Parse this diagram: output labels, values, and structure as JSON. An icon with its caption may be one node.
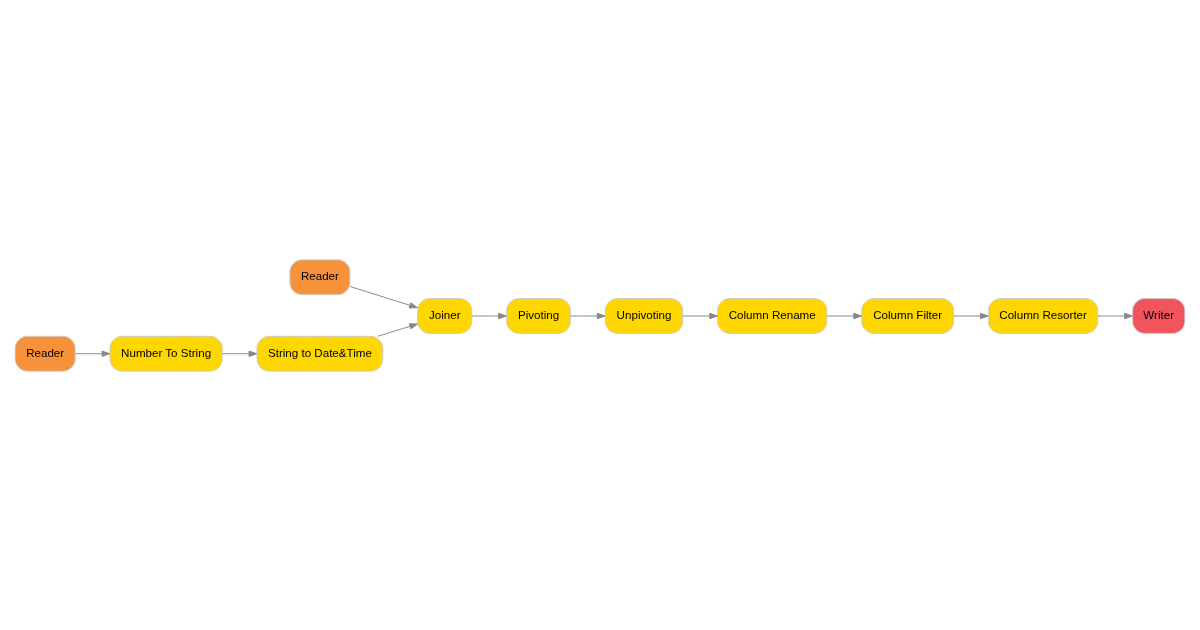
{
  "diagram": {
    "nodes": [
      {
        "text": [
          "Reader"
        ]
      },
      {
        "text": [
          "Reader"
        ]
      },
      {
        "text": [
          "Number To String"
        ]
      },
      {
        "text": [
          "String to Date&Time"
        ]
      },
      {
        "text": [
          "Joiner"
        ]
      },
      {
        "text": [
          "Pivoting"
        ]
      },
      {
        "text": [
          "Unpivoting"
        ]
      },
      {
        "text": [
          "Column Rename"
        ]
      },
      {
        "text": [
          "Column Filter"
        ]
      },
      {
        "text": [
          "Column Resorter"
        ]
      },
      {
        "text": [
          "Writer"
        ]
      }
    ],
    "edges": [
      {
        "from": 0,
        "to": 4,
        "arrow": "to"
      },
      {
        "from": 1,
        "to": 2,
        "arrow": "to"
      },
      {
        "from": 2,
        "to": 3,
        "arrow": "to"
      },
      {
        "from": 3,
        "to": 4,
        "arrow": "to"
      },
      {
        "from": 4,
        "to": 5,
        "arrow": "to"
      },
      {
        "from": 5,
        "to": 6,
        "arrow": "to"
      },
      {
        "from": 6,
        "to": 7,
        "arrow": "to"
      },
      {
        "from": 7,
        "to": 8,
        "arrow": "to"
      },
      {
        "from": 8,
        "to": 9,
        "arrow": "to"
      },
      {
        "from": 9,
        "to": 10,
        "arrow": "to"
      }
    ]
  }
}
